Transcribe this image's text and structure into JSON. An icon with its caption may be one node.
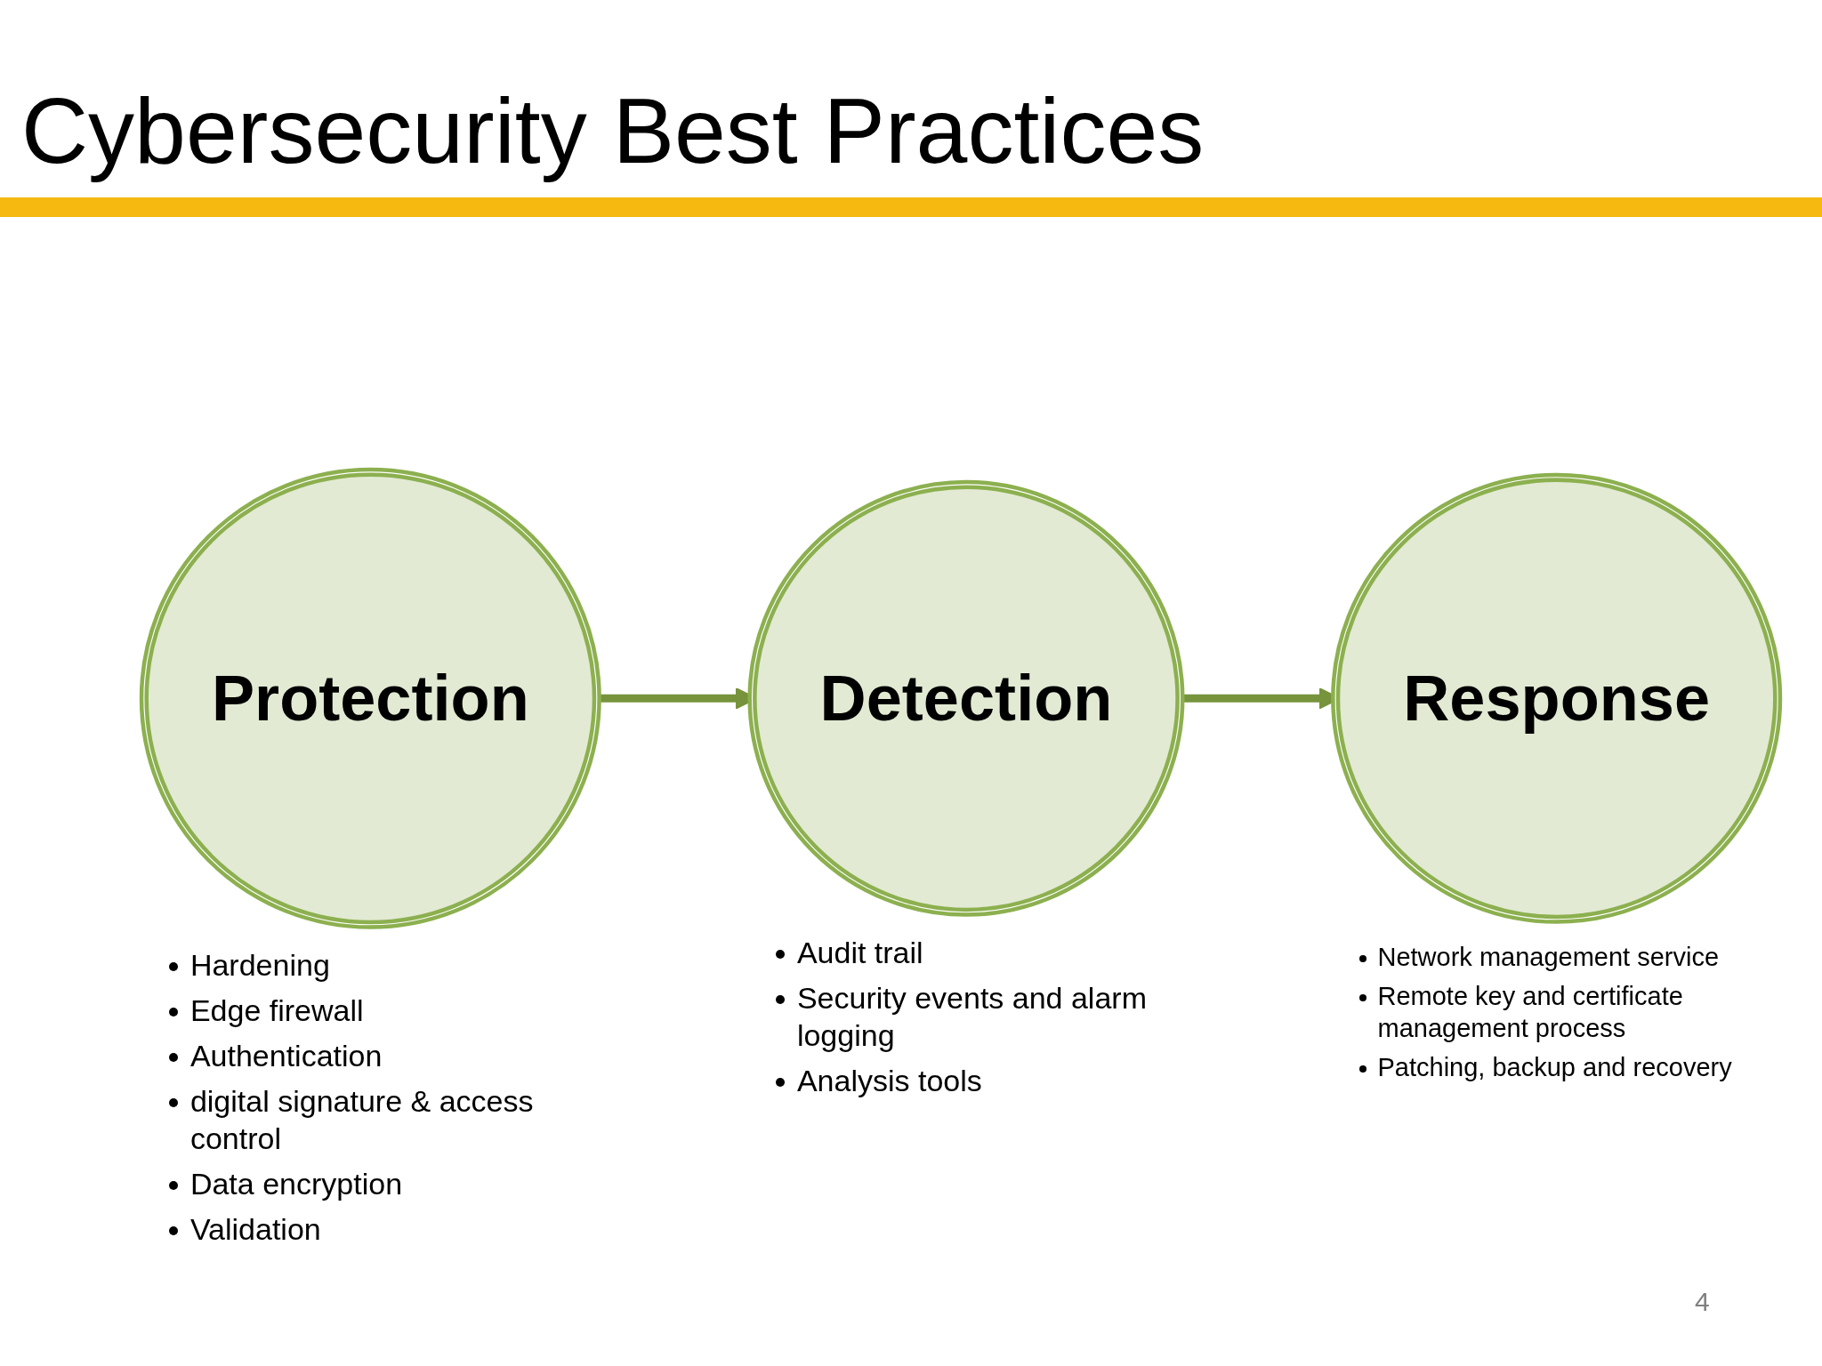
{
  "diagram": {
    "title": "Cybersecurity Best Practices",
    "nodes": [
      {
        "text": [
          "Protection"
        ],
        "beside": [
          "Hardening",
          "Edge firewall",
          "Authentication",
          "digital signature & access control",
          "Data encryption",
          "Validation"
        ]
      },
      {
        "text": [
          "Detection"
        ],
        "beside": [
          "Audit trail",
          "Security events and alarm logging",
          "Analysis tools"
        ]
      },
      {
        "text": [
          "Response"
        ],
        "beside": [
          "Network management service",
          "Remote key and certificate management process",
          "Patching, backup and recovery"
        ]
      }
    ],
    "edges": [
      {
        "from": 0,
        "to": 1,
        "arrow": "to"
      },
      {
        "from": 1,
        "to": 2,
        "arrow": "to"
      }
    ],
    "labels": [
      "4"
    ]
  }
}
